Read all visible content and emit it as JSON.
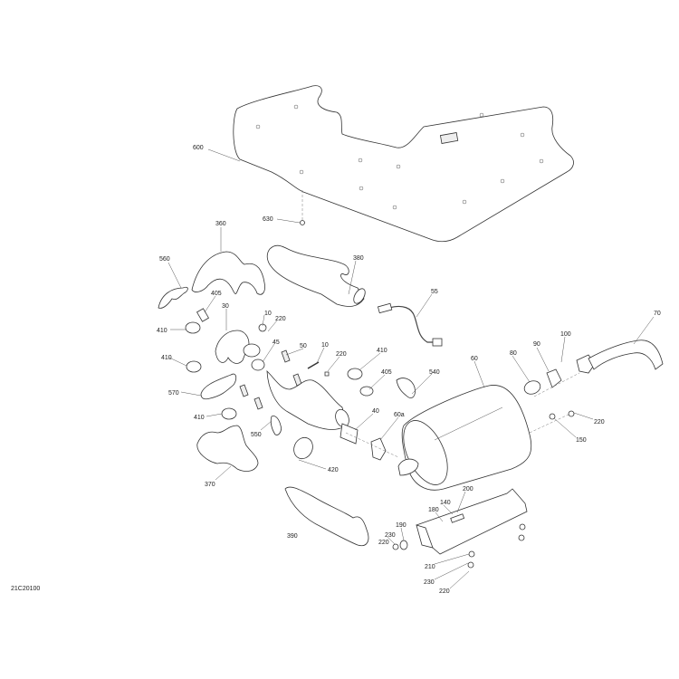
{
  "diagram": {
    "reference_code": "21C20100",
    "callouts": [
      "600",
      "630",
      "360",
      "380",
      "560",
      "405",
      "30",
      "10",
      "220",
      "410",
      "55",
      "45",
      "50",
      "10",
      "220",
      "410",
      "410",
      "405",
      "540",
      "570",
      "60",
      "80",
      "90",
      "100",
      "70",
      "410",
      "550",
      "40",
      "60a",
      "220",
      "150",
      "420",
      "370",
      "200",
      "140",
      "180",
      "390",
      "190",
      "230",
      "220",
      "210",
      "230",
      "220"
    ]
  }
}
